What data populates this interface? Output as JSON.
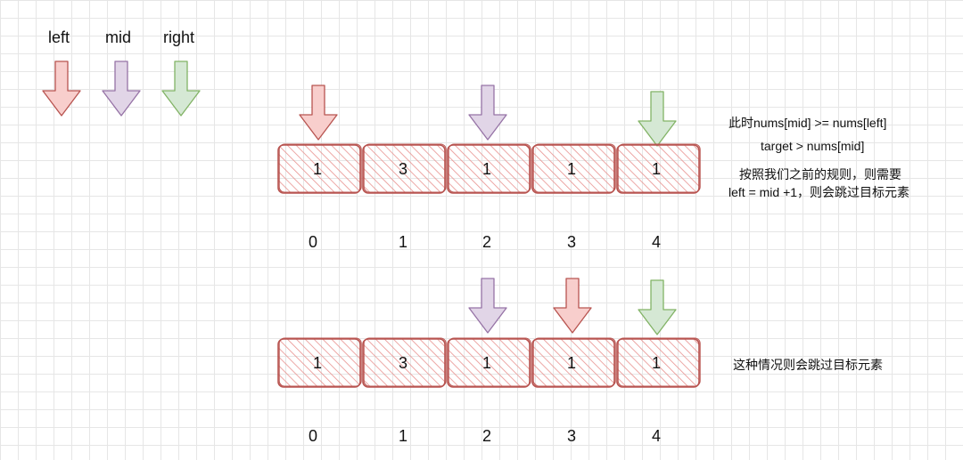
{
  "legend": [
    {
      "label": "left",
      "color": "red"
    },
    {
      "label": "mid",
      "color": "purple"
    },
    {
      "label": "right",
      "color": "green"
    }
  ],
  "colors": {
    "red": {
      "fill": "#f8cecc",
      "stroke": "#b85450"
    },
    "purple": {
      "fill": "#e1d5e7",
      "stroke": "#9673a6"
    },
    "green": {
      "fill": "#d5e8d4",
      "stroke": "#82b366"
    },
    "cell_fill": "#f8cecc",
    "cell_stroke": "#b85450",
    "hatch": "#e8918f"
  },
  "rows": [
    {
      "values": [
        "1",
        "3",
        "1",
        "1",
        "1"
      ],
      "indices": [
        "0",
        "1",
        "2",
        "3",
        "4"
      ],
      "pointers": [
        {
          "color": "red",
          "index": 0
        },
        {
          "color": "purple",
          "index": 2
        },
        {
          "color": "green",
          "index": 4
        }
      ],
      "notes": [
        "此时nums[mid] >= nums[left]",
        "target > nums[mid]",
        "按照我们之前的规则，则需要",
        "left = mid +1，则会跳过目标元素"
      ]
    },
    {
      "values": [
        "1",
        "3",
        "1",
        "1",
        "1"
      ],
      "indices": [
        "0",
        "1",
        "2",
        "3",
        "4"
      ],
      "pointers": [
        {
          "color": "purple",
          "index": 2
        },
        {
          "color": "red",
          "index": 3
        },
        {
          "color": "green",
          "index": 4
        }
      ],
      "notes": [
        "这种情况则会跳过目标元素"
      ]
    }
  ]
}
